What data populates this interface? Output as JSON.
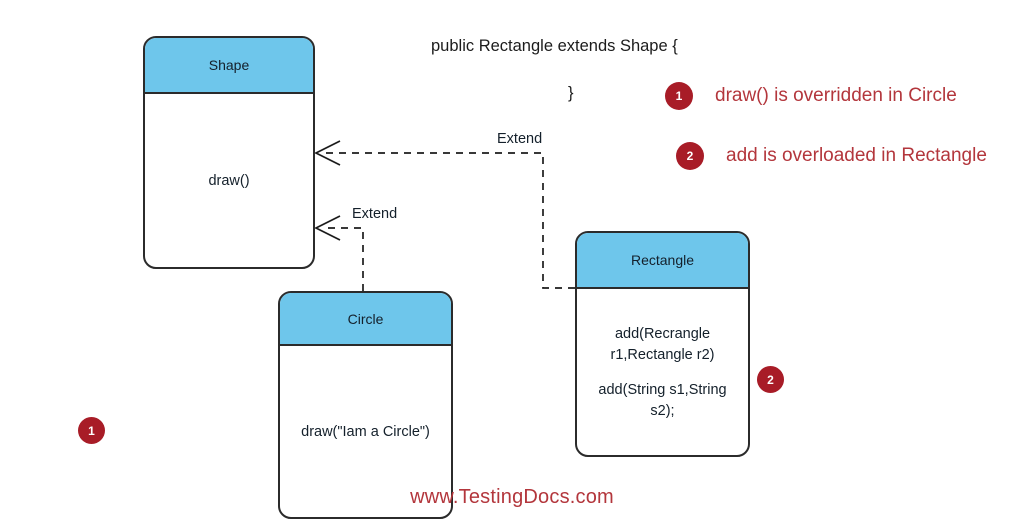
{
  "diagram": {
    "title": "Java inheritance: overriding and overloading",
    "colors": {
      "class_header_fill": "#6EC6EB",
      "class_border": "#2b2b2b",
      "accent_red": "#A81C27",
      "legend_text_red": "#B3363C",
      "canvas": "#ffffff"
    },
    "classes": [
      {
        "id": "shape",
        "name": "Shape",
        "members": [
          "draw()"
        ]
      },
      {
        "id": "circle",
        "name": "Circle",
        "members": [
          "draw(\"Iam a Circle\")"
        ]
      },
      {
        "id": "rectangle",
        "name": "Rectangle",
        "members": [
          "add(Recrangle\nr1,Rectangle r2)",
          "add(String s1,String s2);"
        ]
      }
    ],
    "edges": [
      {
        "id": "rectangle-extends-shape",
        "label": "Extend",
        "from": "Rectangle",
        "to": "Shape",
        "style": "dashed"
      },
      {
        "id": "circle-extends-shape",
        "label": "Extend",
        "from": "Circle",
        "to": "Shape",
        "style": "dashed"
      }
    ],
    "code": {
      "signature": "public Rectangle extends Shape {",
      "closing_brace": "}"
    },
    "legend": [
      {
        "badge": "1",
        "text": "draw() is overridden in Circle"
      },
      {
        "badge": "2",
        "text": "add is overloaded in Rectangle"
      }
    ],
    "markers": [
      {
        "id": "marker-circle",
        "badge": "1"
      },
      {
        "id": "marker-rectangle",
        "badge": "2"
      }
    ],
    "footer": {
      "watermark": "www.TestingDocs.com"
    }
  }
}
